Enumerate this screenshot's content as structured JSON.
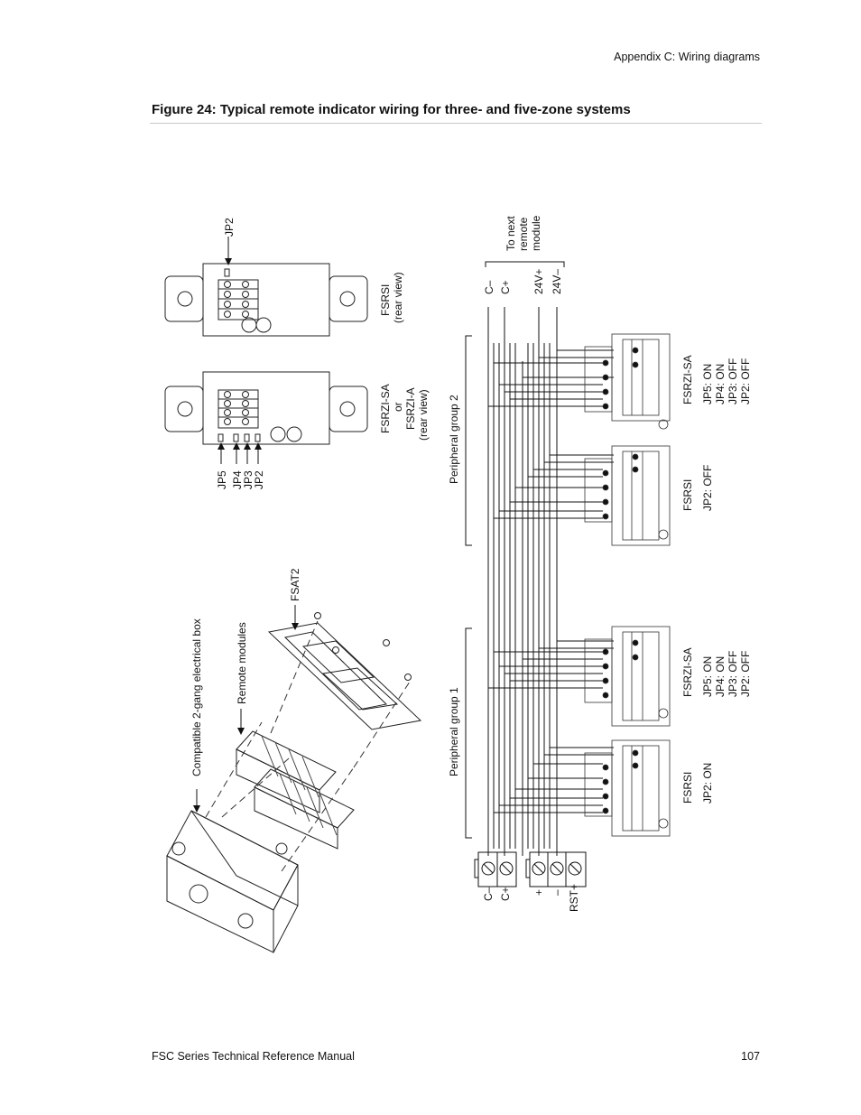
{
  "header": {
    "section": "Appendix C: Wiring diagrams"
  },
  "figure": {
    "title": "Figure 24: Typical remote indicator wiring for three- and five-zone systems",
    "labels": {
      "compatible_box": "Compatible 2-gang electrical box",
      "remote_modules": "Remote modules",
      "fsat2": "FSAT2",
      "jp2_top": "JP2",
      "fsrsi_rear_1": "FSRSI",
      "fsrsi_rear_2": "(rear view)",
      "fsrzi_1": "FSRZI-SA",
      "fsrzi_2": "or",
      "fsrzi_3": "FSRZI-A",
      "fsrzi_4": "(rear view)",
      "jp5": "JP5",
      "jp4": "JP4",
      "jp3": "JP3",
      "jp2": "JP2",
      "peripheral_group_1": "Peripheral group 1",
      "peripheral_group_2": "Peripheral group 2",
      "to_next_1": "To next",
      "to_next_2": "remote",
      "to_next_3": "module",
      "top_c_minus": "C–",
      "top_c_plus": "C+",
      "top_24v_plus": "24V+",
      "top_24v_minus": "24V–",
      "bot_c_minus": "C–",
      "bot_c_plus": "C+",
      "bot_plus": "+",
      "bot_minus": "–",
      "bot_rst": "RST+",
      "m1_name": "FSRSI",
      "m1_jp2": "JP2: ON",
      "m2_name": "FSRZI-SA",
      "m2_jp5": "JP5: ON",
      "m2_jp4": "JP4: ON",
      "m2_jp3": "JP3: OFF",
      "m2_jp2": "JP2: OFF",
      "m3_name": "FSRSI",
      "m3_jp2": "JP2: OFF",
      "m4_name": "FSRZI-SA",
      "m4_jp5": "JP5: ON",
      "m4_jp4": "JP4: ON",
      "m4_jp3": "JP3: OFF",
      "m4_jp2": "JP2: OFF"
    }
  },
  "footer": {
    "manual": "FSC Series Technical Reference Manual",
    "page_number": "107"
  }
}
